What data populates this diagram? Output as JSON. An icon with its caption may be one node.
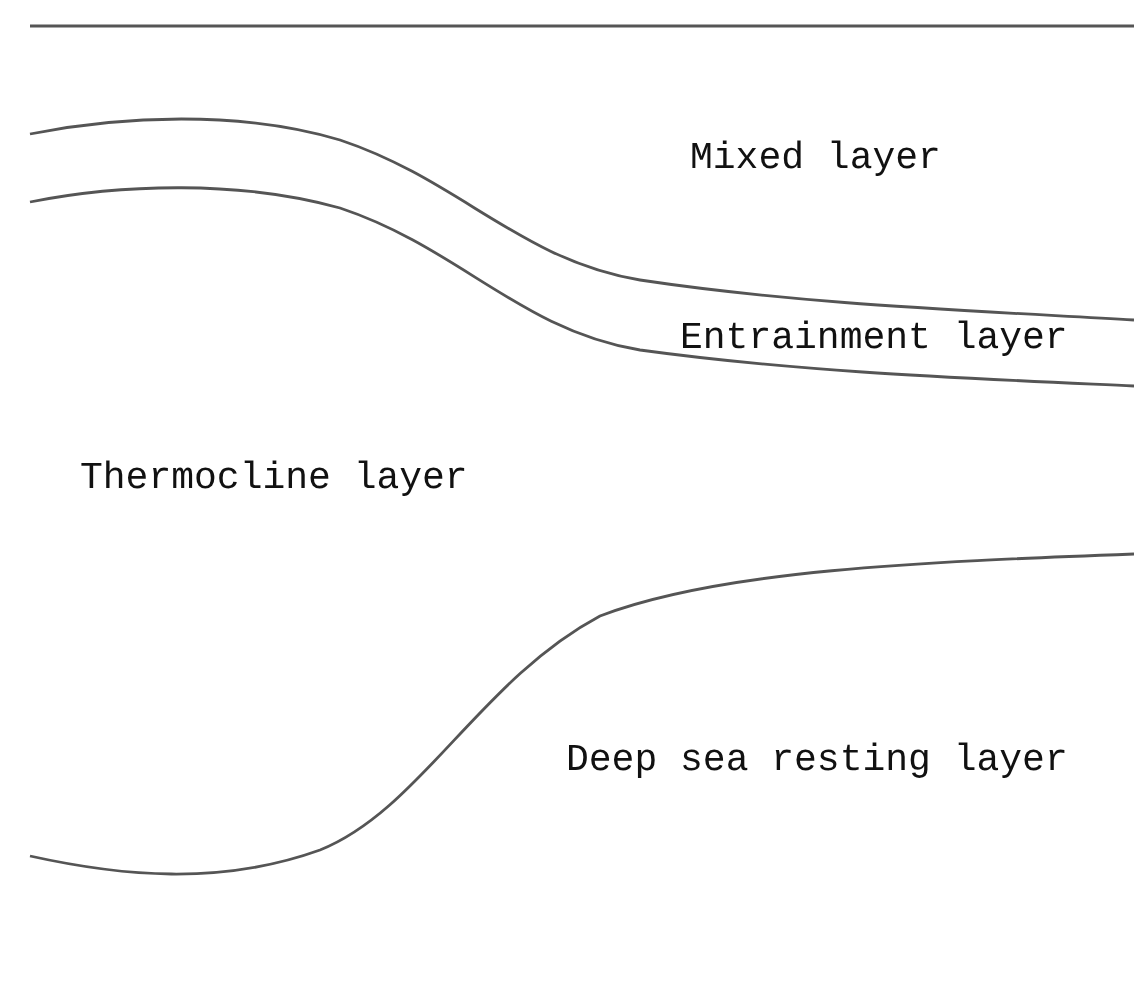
{
  "diagram": {
    "labels": [
      "Mixed layer",
      "Entrainment layer",
      "Thermocline layer",
      "Deep sea resting layer"
    ]
  }
}
